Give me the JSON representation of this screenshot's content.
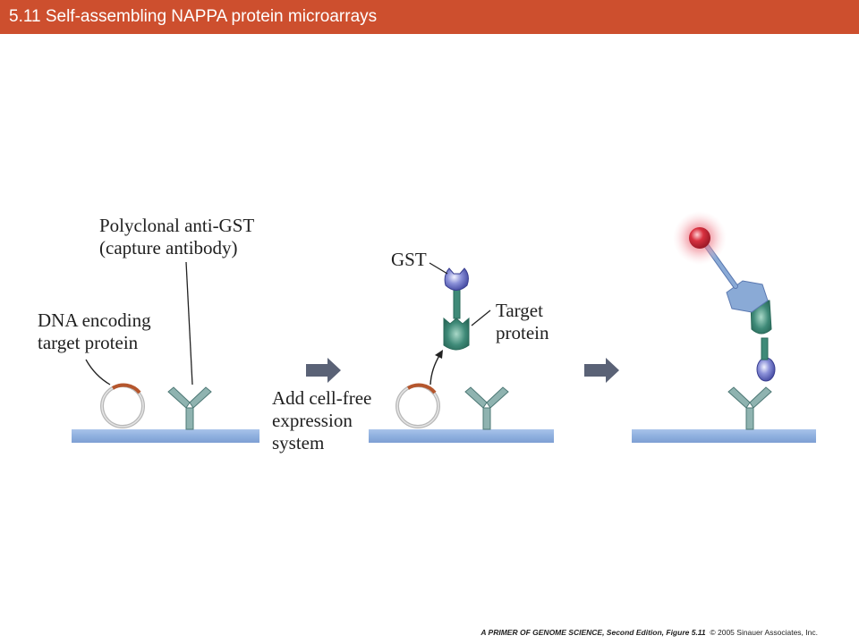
{
  "header": {
    "title": "5.11  Self-assembling NAPPA protein microarrays"
  },
  "panel1": {
    "antibody_label_line1": "Polyclonal anti-GST",
    "antibody_label_line2": "(capture antibody)",
    "dna_label_line1": "DNA encoding",
    "dna_label_line2": "target protein"
  },
  "panel2": {
    "step_label_line1": "Add cell-free",
    "step_label_line2": "expression",
    "step_label_line3": "system",
    "gst_label": "GST",
    "target_label_line1": "Target",
    "target_label_line2": "protein"
  },
  "footer": {
    "book": "A PRIMER OF GENOME SCIENCE, Second Edition, Figure 5.11",
    "copyright": "© 2005 Sinauer Associates, Inc."
  },
  "colors": {
    "title_bar": "#cd4f2e",
    "surface": "#8fb0df",
    "antibody": "#8fb3b0",
    "target_protein": "#3f8a78",
    "gst": "#7a80cc",
    "dna_insert": "#b5562d",
    "probe_ball": "#d8303f",
    "probe_body": "#8aaad6",
    "arrow": "#5a6276"
  }
}
